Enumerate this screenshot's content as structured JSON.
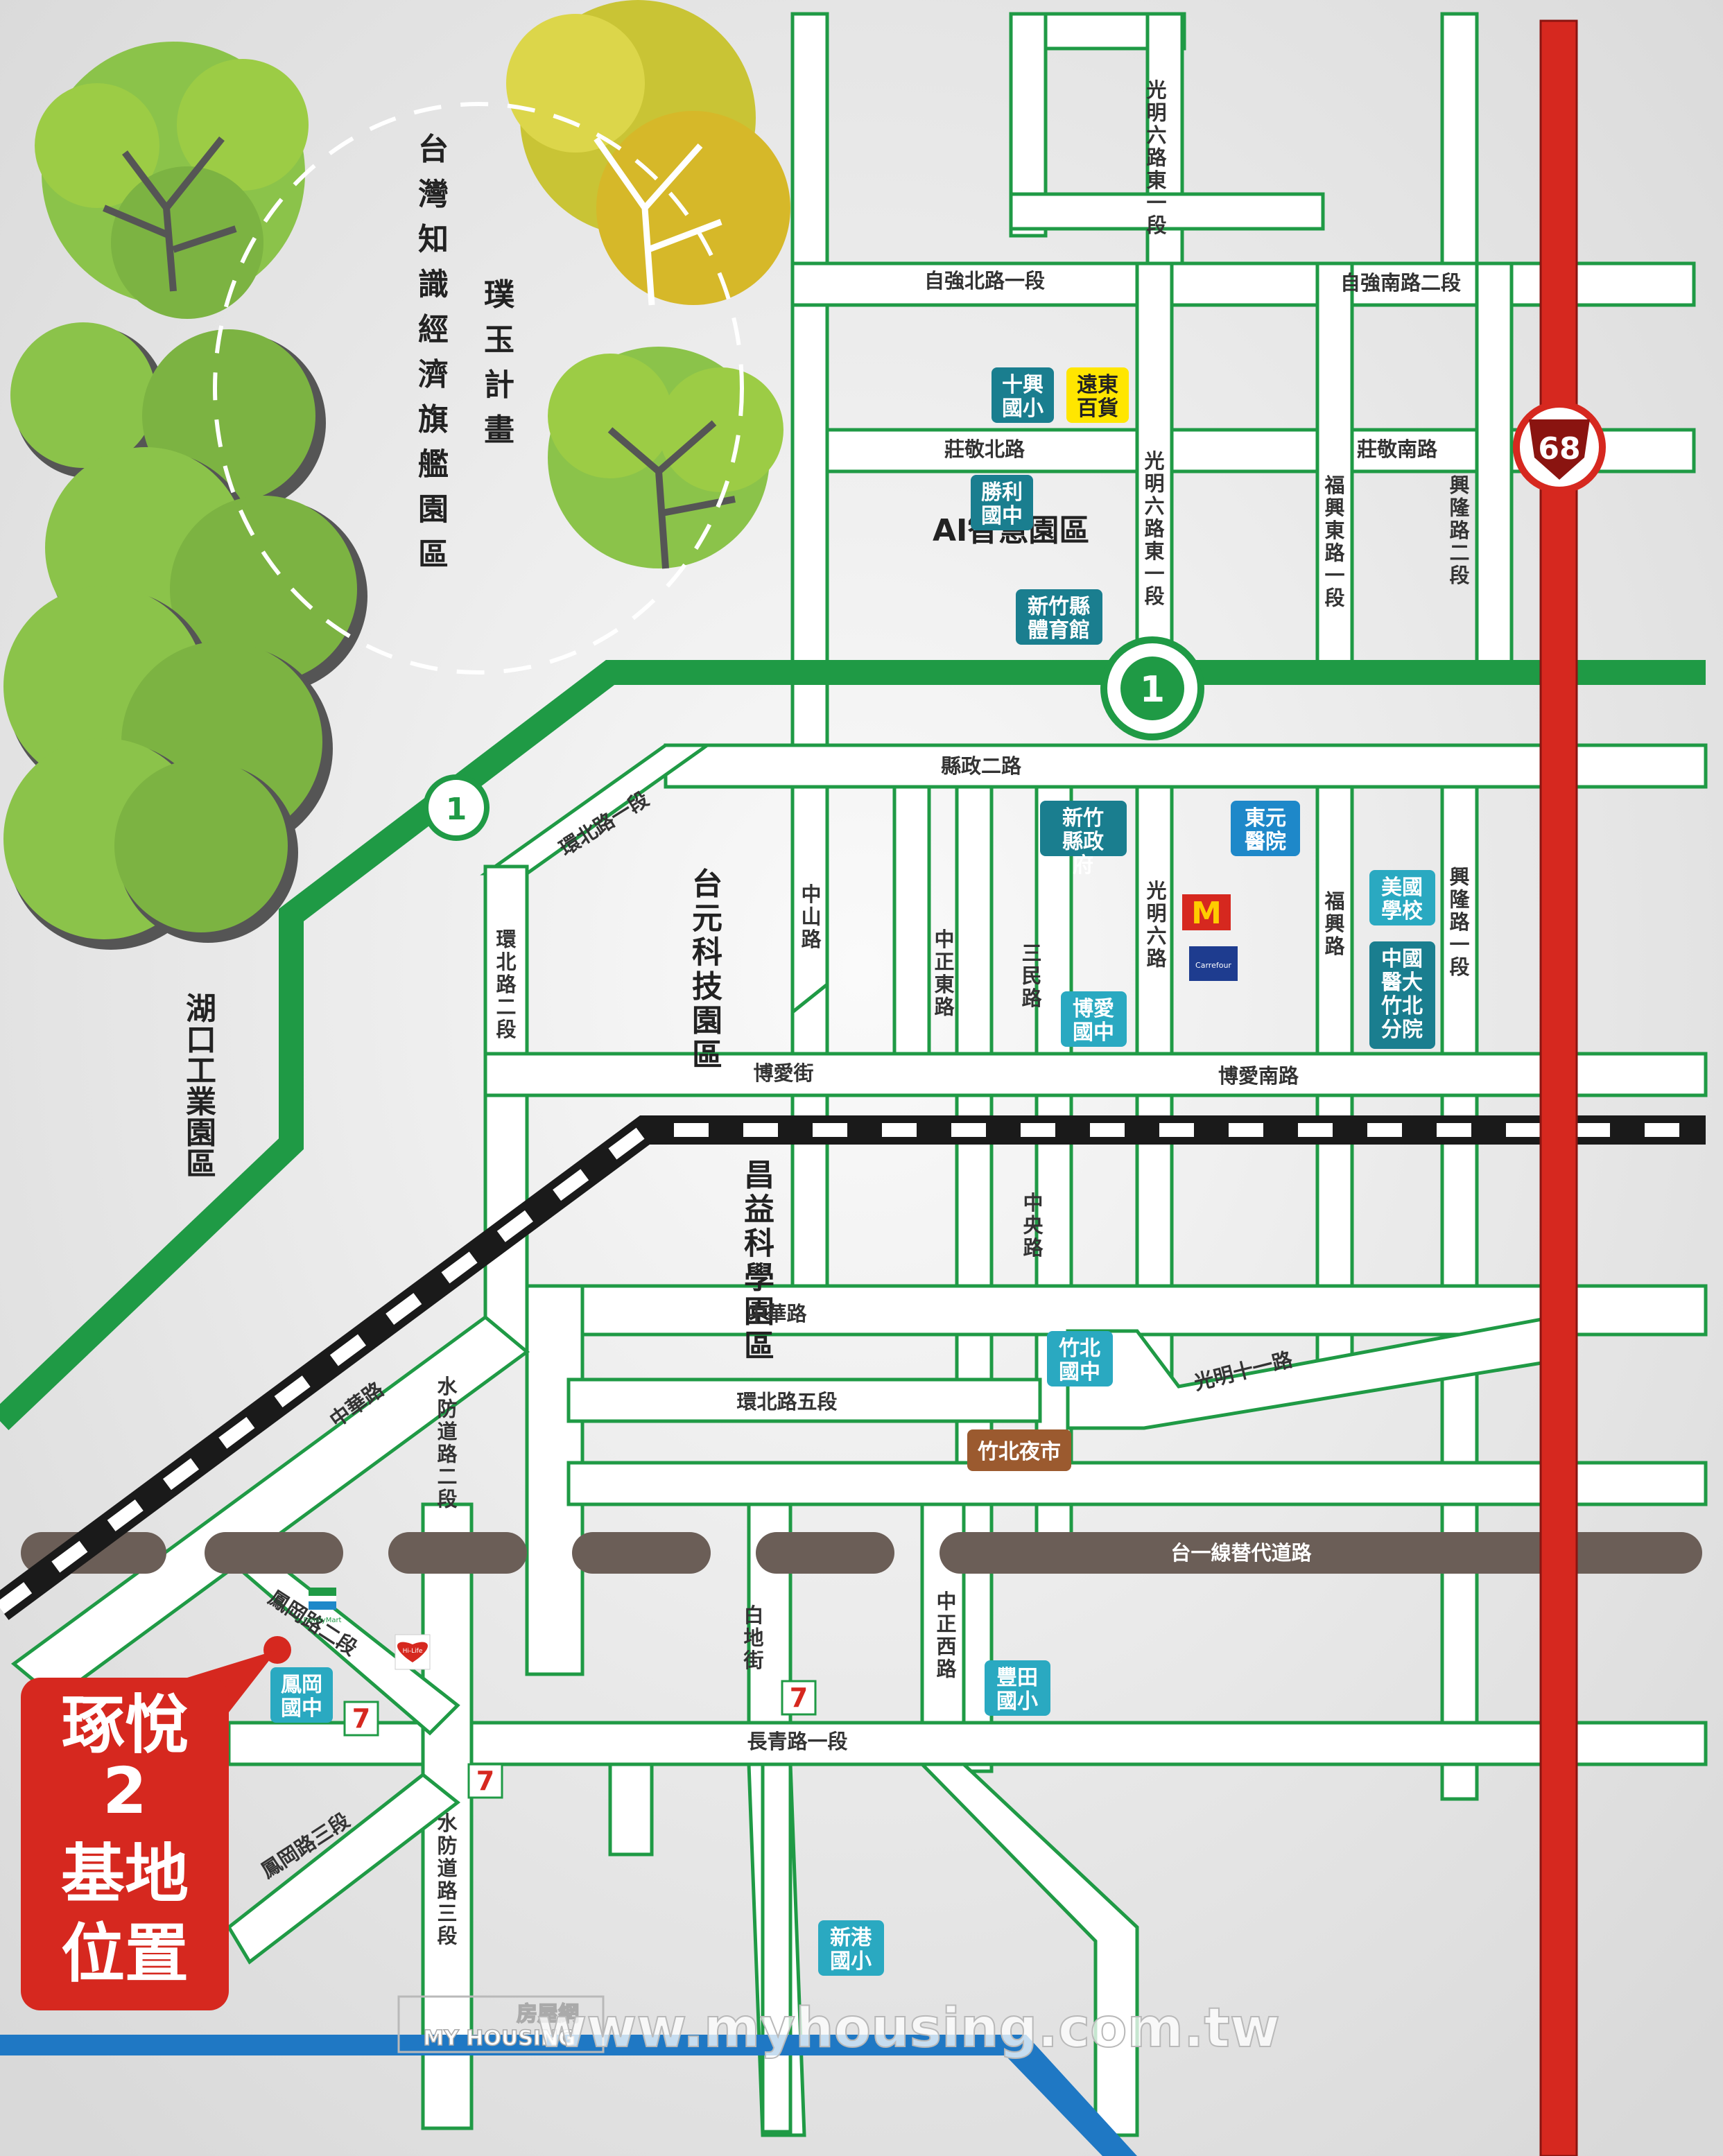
{
  "colors": {
    "background": "#ececec",
    "road_fill": "#ffffff",
    "road_outline": "#1f9a45",
    "highway_1": "#1f9a45",
    "route_68": "#d6281f",
    "railway": "#1a1a1a",
    "bypass_road": "#6b5e57",
    "river": "#1f78c4",
    "poi_school": "#2aa9c1",
    "poi_gov": "#1a7e8f",
    "poi_mall": "#ffe600",
    "poi_market": "#9b5a2f",
    "site_marker": "#d6281f"
  },
  "route_shields": {
    "route_68": "68",
    "route_1": "1"
  },
  "area_labels": {
    "puyu": "璞玉計畫",
    "knowledge_park": "台灣知識經濟旗艦園區",
    "ai_park": "AI智慧園區",
    "taiyuan": "台元科技園區",
    "changyi": "昌益科學園區",
    "hukou": "湖口工業園區"
  },
  "road_labels": {
    "zichiang_n1": "自強北路一段",
    "zichiang_s2": "自強南路二段",
    "zhuangjing_n": "莊敬北路",
    "zhuangjing_s": "莊敬南路",
    "guangming6_e1_top": "光明六路東一段",
    "guangming6_e1_mid": "光明六路東一段",
    "fuxing_e1": "福興東路一段",
    "xinglong2": "興隆路二段",
    "xianzheng2": "縣政二路",
    "huanbei1": "環北路一段",
    "huanbei2": "環北路二段",
    "zhongshan": "中山路",
    "zhongzheng_e": "中正東路",
    "sanmin": "三民路",
    "guangming6": "光明六路",
    "fuxing": "福興路",
    "xinglong1": "興隆路一段",
    "boai": "博愛街",
    "boai_s": "博愛南路",
    "zhongyang": "中央路",
    "zhonghua": "中華路",
    "zhonghua_diag": "中華路",
    "guangming11": "光明十一路",
    "huanbei5": "環北路五段",
    "shuifang2": "水防道路二段",
    "shuifang3": "水防道路三段",
    "fenggang2": "鳳岡路二段",
    "fenggang3": "鳳岡路三段",
    "baidi": "白地街",
    "zhongzheng_w": "中正西路",
    "changqing1": "長青路一段",
    "bypass": "台一線替代道路"
  },
  "pois": {
    "shixing": "十興國小",
    "fareast": "遠東百貨",
    "shengli": "勝利國中",
    "gym": "新竹縣體育館",
    "county_gov": "新竹縣政府",
    "dongyuan": "東元醫院",
    "american_school": "美國學校",
    "cmu_hospital": "中國醫大竹北分院",
    "boai_jh": "博愛國中",
    "zhubei_jh": "竹北國中",
    "night_market": "竹北夜市",
    "fenggang_jh": "鳳岡國中",
    "fengtian": "豐田國小",
    "xingang": "新港國小"
  },
  "store_logos": {
    "mcdonalds": "M",
    "carrefour": "Carrefour",
    "familymart": "FamilyMart",
    "hilife": "Hi-Life",
    "seven": "7"
  },
  "site": {
    "line1": "琢悅",
    "line2": "2",
    "line3": "基地",
    "line4": "位置"
  },
  "watermark": {
    "site_url": "www.myhousing.com.tw",
    "brand": "房屋網",
    "brand_en": "MY HOUSING"
  }
}
